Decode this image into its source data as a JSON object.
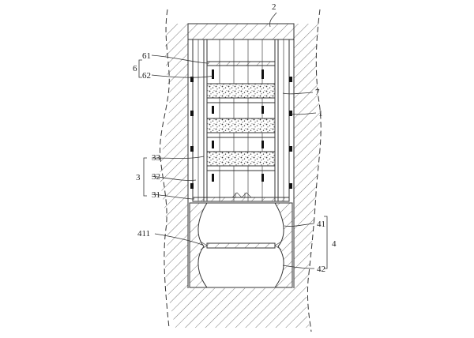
{
  "labels": {
    "l2": "2",
    "l6": "6",
    "l61": "61",
    "l62": "62",
    "l7": "7",
    "l1": "1",
    "l3": "3",
    "l33": "33",
    "l32": "32",
    "l31": "31",
    "l411": "411",
    "l41": "41",
    "l4": "4",
    "l42": "42"
  }
}
